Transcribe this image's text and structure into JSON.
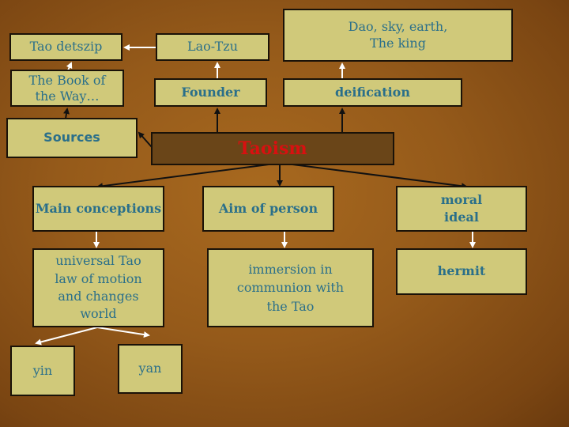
{
  "diagram": {
    "title": "Taoism",
    "colors": {
      "background": "#955a1a",
      "box_fill": "#d0c97a",
      "box_text": "#2a6f8a",
      "center_fill": "#6a4518",
      "center_text": "#d81010",
      "white_arrow": "#ffffff",
      "black_arrow": "#111111"
    },
    "nodes": {
      "tao_detszip": "Tao detszip",
      "lao_tzu": "Lao-Tzu",
      "dao_sky": "Dao, sky, earth,\nThe king",
      "book_of_way": "The Book of\nthe Way…",
      "founder": "Founder",
      "deification": "deification",
      "sources": "Sources",
      "taoism": "Taoism",
      "main_conceptions": "Main conceptions",
      "aim_of_person": "Aim of person",
      "moral_ideal": "moral\nideal",
      "universal_tao": "universal Tao\nlaw of motion\nand changes\nworld",
      "immersion": "immersion in\ncommunion with\nthe Tao",
      "hermit": "hermit",
      "yin": "yin",
      "yan": "yan"
    },
    "edges": [
      {
        "from": "taoism",
        "to": "sources",
        "color": "black"
      },
      {
        "from": "taoism",
        "to": "founder",
        "color": "black"
      },
      {
        "from": "taoism",
        "to": "deification",
        "color": "black"
      },
      {
        "from": "taoism",
        "to": "main_conceptions",
        "color": "black"
      },
      {
        "from": "taoism",
        "to": "aim_of_person",
        "color": "black"
      },
      {
        "from": "taoism",
        "to": "moral_ideal",
        "color": "black"
      },
      {
        "from": "sources",
        "to": "book_of_way",
        "color": "black"
      },
      {
        "from": "book_of_way",
        "to": "tao_detszip",
        "color": "white"
      },
      {
        "from": "founder",
        "to": "lao_tzu",
        "color": "white"
      },
      {
        "from": "lao_tzu",
        "to": "tao_detszip",
        "color": "white"
      },
      {
        "from": "deification",
        "to": "dao_sky",
        "color": "white"
      },
      {
        "from": "main_conceptions",
        "to": "universal_tao",
        "color": "white"
      },
      {
        "from": "aim_of_person",
        "to": "immersion",
        "color": "white"
      },
      {
        "from": "moral_ideal",
        "to": "hermit",
        "color": "white"
      },
      {
        "from": "universal_tao",
        "to": "yin",
        "color": "white"
      },
      {
        "from": "universal_tao",
        "to": "yan",
        "color": "white"
      }
    ]
  }
}
